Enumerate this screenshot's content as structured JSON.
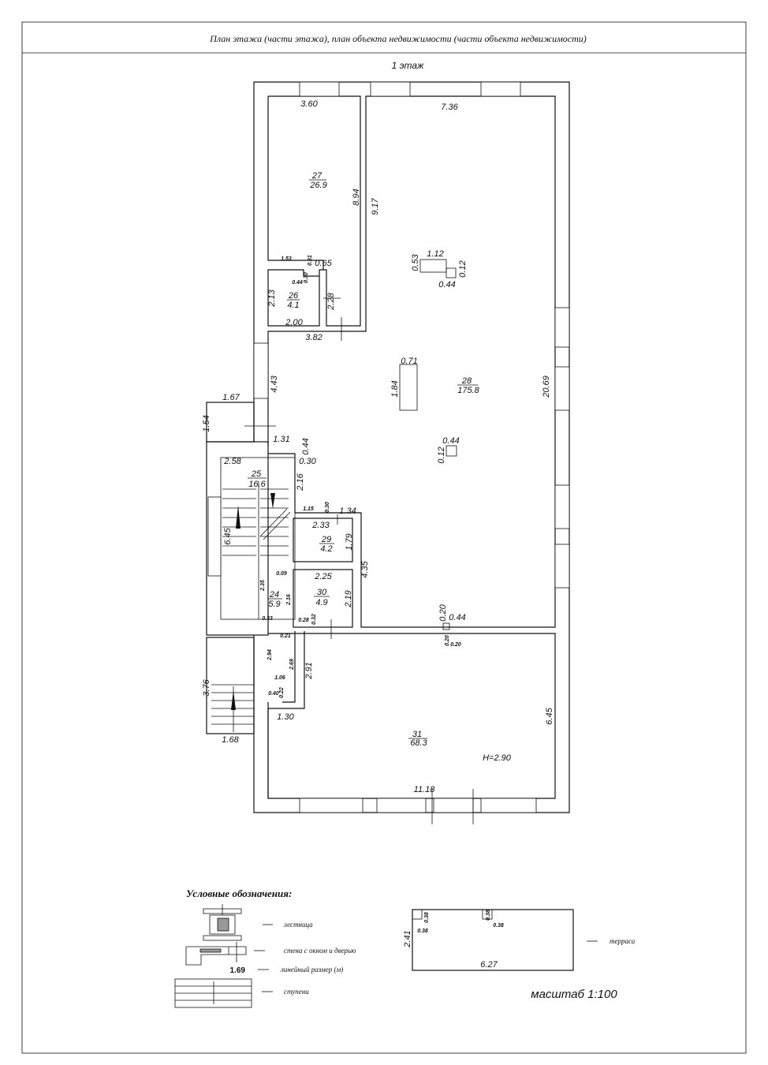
{
  "header": {
    "title": "План этажа (части этажа), план объекта недвижимости (части объекта недвижимости)",
    "floor": "1 этаж"
  },
  "rooms": {
    "r24": {
      "num": "24",
      "area": "5.9"
    },
    "r25": {
      "num": "25",
      "area": "16.6"
    },
    "r26": {
      "num": "26",
      "area": "4.1"
    },
    "r27": {
      "num": "27",
      "area": "26.9"
    },
    "r28": {
      "num": "28",
      "area": "175.8"
    },
    "r29": {
      "num": "29",
      "area": "4.2"
    },
    "r30": {
      "num": "30",
      "area": "4.9"
    },
    "r31": {
      "num": "31",
      "area": "68.3"
    }
  },
  "height": "H=2.90",
  "dims": [
    "3.60",
    "7.36",
    "8.94",
    "9.17",
    "1.53",
    "0.31",
    "0.65",
    "0.44",
    "0.30",
    "2.13",
    "2.28",
    "2.00",
    "3.82",
    "4.43",
    "1.67",
    "1.54",
    "1.31",
    "0.44",
    "0.30",
    "2.58",
    "2.16",
    "6.45",
    "1.15",
    "0.30",
    "1.34",
    "2.33",
    "1.79",
    "0.09",
    "2.25",
    "2.35",
    "2.16",
    "2.19",
    "4.35",
    "0.33",
    "0.28",
    "0.32",
    "0.21",
    "2.94",
    "2.69",
    "2.91",
    "1.06",
    "0.40",
    "0.22",
    "3.76",
    "1.30",
    "1.68",
    "1.12",
    "0.53",
    "0.12",
    "0.44",
    "0.71",
    "1.84",
    "20.69",
    "0.44",
    "0.12",
    "0.20",
    "0.44",
    "0.20",
    "0.20",
    "6.45",
    "11.18"
  ],
  "legend": {
    "title": "Условные обозначения:",
    "stairs": "лестница",
    "wall": "стена с окном и дверью",
    "dim_sample": "1.69",
    "dim": "линейный размер (м)",
    "steps": "ступени",
    "terrace": "терраса"
  },
  "terrace": {
    "width": "6.27",
    "depth": "2.41",
    "p1": "0.38",
    "p2": "0.38",
    "p3": "0.38",
    "p4": "0.38"
  },
  "scale": "масштаб 1:100"
}
